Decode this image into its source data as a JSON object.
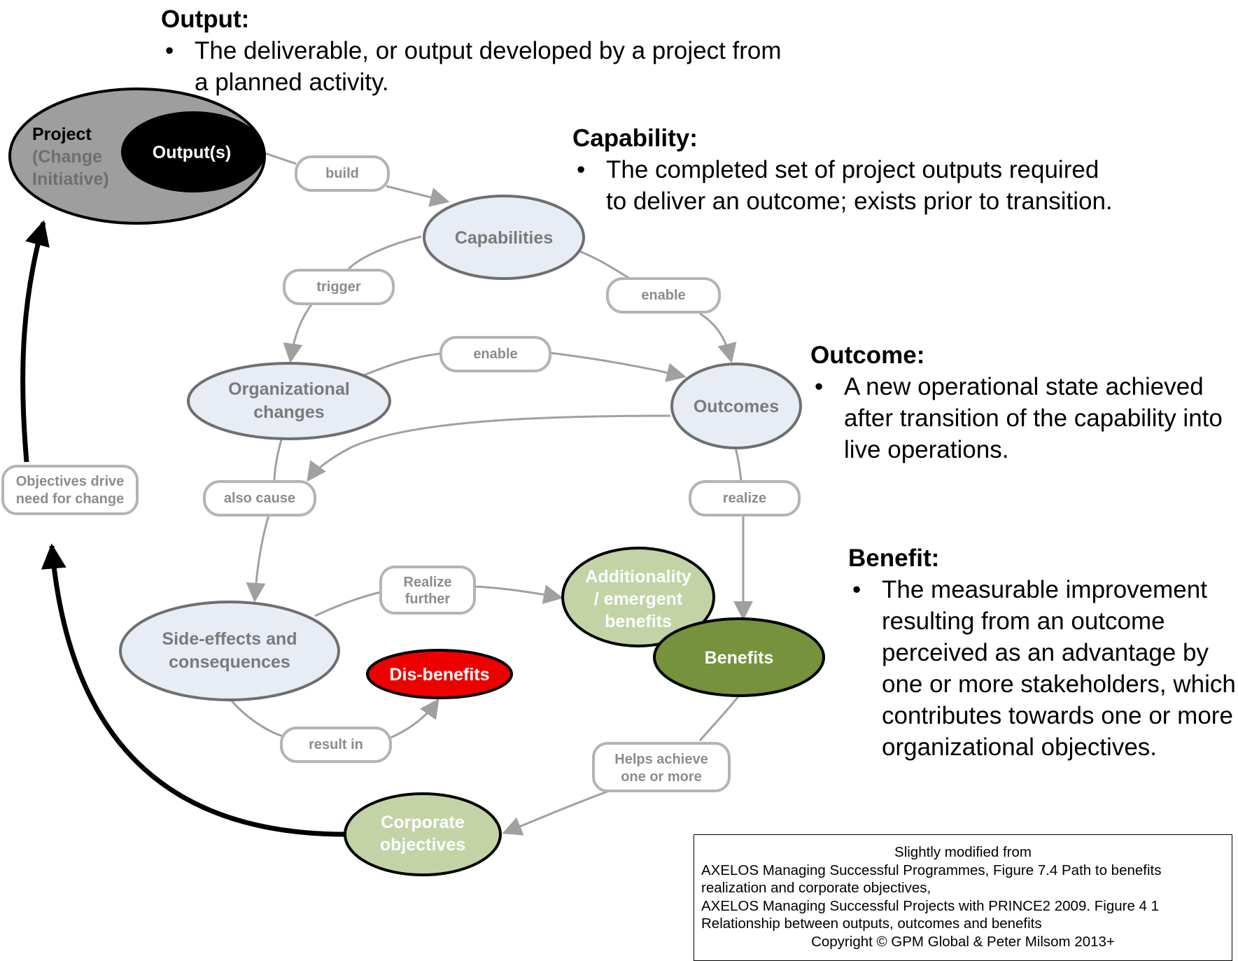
{
  "definitions": {
    "output": {
      "heading": "Output:",
      "body": "The deliverable, or output developed by a project from a planned activity."
    },
    "capability": {
      "heading": "Capability:",
      "body": "The completed set of project outputs required to deliver an outcome; exists prior to transition."
    },
    "outcome": {
      "heading": "Outcome:",
      "body": "A new operational state achieved after transition of the capability into live operations."
    },
    "benefit": {
      "heading": "Benefit:",
      "body": "The measurable improvement resulting from an outcome perceived as an advantage by one or more stakeholders, which contributes towards one or more organizational objectives."
    }
  },
  "nodes": {
    "project": {
      "line1": "Project",
      "line2": "(Change",
      "line3": "Initiative)"
    },
    "outputs": "Output(s)",
    "capabilities": "Capabilities",
    "org_changes": {
      "line1": "Organizational",
      "line2": "changes"
    },
    "outcomes": "Outcomes",
    "side_effects": {
      "line1": "Side-effects and",
      "line2": "consequences"
    },
    "additionality": {
      "line1": "Additionality",
      "line2": "/ emergent",
      "line3": "benefits"
    },
    "benefits": "Benefits",
    "disbenefits": "Dis-benefits",
    "corporate": {
      "line1": "Corporate",
      "line2": "objectives"
    }
  },
  "edge_labels": {
    "build": "build",
    "trigger": "trigger",
    "enable_outcomes": "enable",
    "enable_org": "enable",
    "also_cause": "also cause",
    "realize": "realize",
    "realize_further": {
      "line1": "Realize",
      "line2": "further"
    },
    "result_in": "result in",
    "helps_achieve": {
      "line1": "Helps achieve",
      "line2": "one or more"
    },
    "objectives_drive": {
      "line1": "Objectives drive",
      "line2": "need for change"
    }
  },
  "source": {
    "line1": "Slightly modified from",
    "line2": "AXELOS Managing Successful Programmes, Figure 7.4 Path to benefits",
    "line3": "realization and corporate objectives,",
    "line4": "AXELOS Managing Successful Projects with PRINCE2 2009. Figure 4 1",
    "line5": "Relationship between outputs, outcomes and benefits",
    "line6": "Copyright © GPM Global & Peter Milsom 2013+"
  },
  "colors": {
    "node_fill": "#e7ecf5",
    "node_stroke": "#6f6f6f",
    "node_text": "#7a7a7a",
    "label_stroke": "#b4b4b4",
    "label_text": "#8c8c8c",
    "edge": "#a0a0a0",
    "project_fill": "#9e9e9e",
    "output_fill": "#000000",
    "additionality_fill": "#c4d3a6",
    "benefits_fill": "#76923c",
    "disbenefits_fill": "#ee0000",
    "corporate_fill": "#c4d3a6"
  }
}
